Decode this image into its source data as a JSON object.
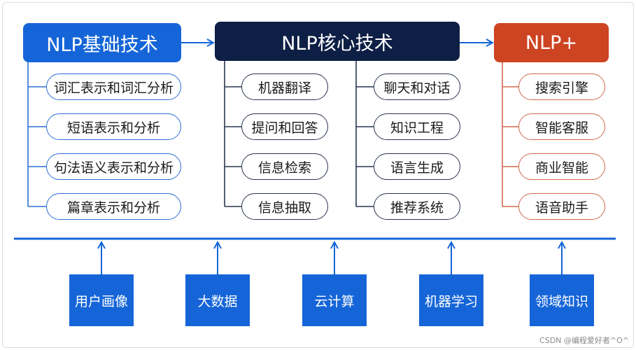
{
  "headers": {
    "basic": "NLP基础技术",
    "core": "NLP核心技术",
    "plus": "NLP+"
  },
  "basic_items": [
    "词汇表示和词汇分析",
    "短语表示和分析",
    "句法语义表示和分析",
    "篇章表示和分析"
  ],
  "core_left_items": [
    "机器翻译",
    "提问和回答",
    "信息检索",
    "信息抽取"
  ],
  "core_right_items": [
    "聊天和对话",
    "知识工程",
    "语言生成",
    "推荐系统"
  ],
  "plus_items": [
    "搜索引擎",
    "智能客服",
    "商业智能",
    "语音助手"
  ],
  "foundation": [
    "用户画像",
    "大数据",
    "云计算",
    "机器学习",
    "领域知识"
  ],
  "watermark": "CSDN @编程爱好者^O^",
  "colors": {
    "blue": "#1565d8",
    "dark": "#0d1f44",
    "red": "#cd4422"
  }
}
